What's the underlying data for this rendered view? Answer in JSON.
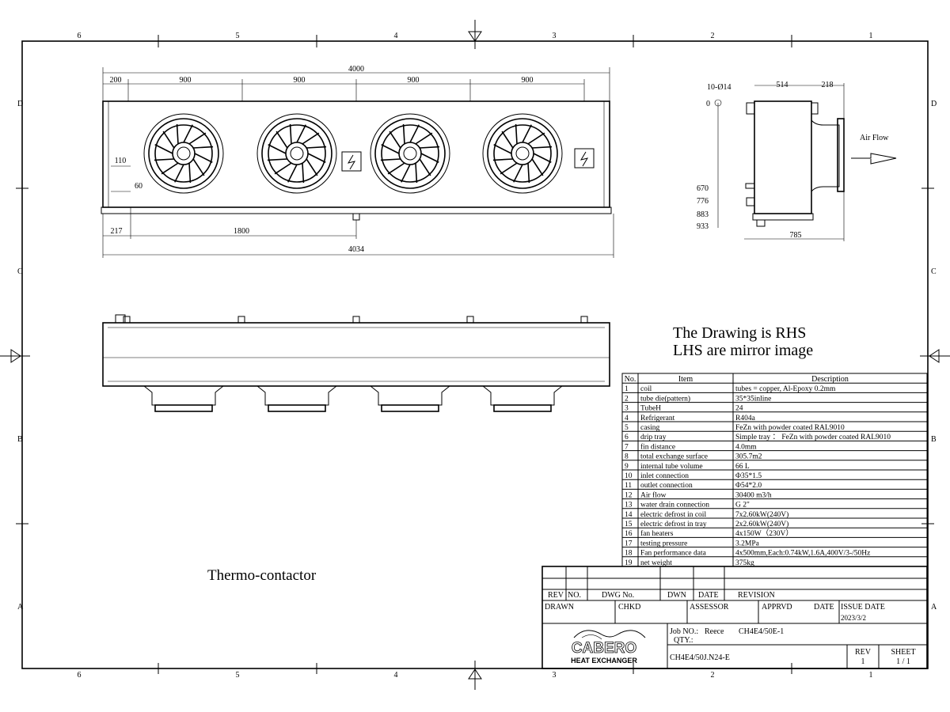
{
  "zones": {
    "columns": [
      "6",
      "5",
      "4",
      "3",
      "2",
      "1"
    ],
    "rows": [
      "D",
      "C",
      "B",
      "A"
    ]
  },
  "front_view": {
    "overall_length": "4000",
    "segments": [
      "200",
      "900",
      "900",
      "900",
      "900"
    ],
    "side_dims": [
      "110",
      "60"
    ],
    "bottom_dims": [
      "217",
      "1800"
    ],
    "total_length": "4034"
  },
  "side_view": {
    "hole_label": "10-Ø14",
    "zero": "0",
    "width_dims": [
      "514",
      "218"
    ],
    "height_dims": [
      "670",
      "776",
      "883",
      "933"
    ],
    "depth": "785",
    "air_flow": "Air Flow"
  },
  "notes": {
    "rhs": "The Drawing is RHS",
    "lhs": "LHS are mirror image",
    "thermo": "Thermo-contactor"
  },
  "spec_table": {
    "headers": [
      "No.",
      "Item",
      "Description"
    ],
    "rows": [
      [
        "1",
        "coil",
        "tubes = copper, Al-Epoxy  0.2mm"
      ],
      [
        "2",
        "tube die(pattern)",
        "35*35inline"
      ],
      [
        "3",
        "TubeH",
        "24"
      ],
      [
        "4",
        "Refrigerant",
        "R404a"
      ],
      [
        "5",
        "casing",
        "FeZn with powder coated  RAL9010"
      ],
      [
        "6",
        "drip tray",
        "Simple tray ： FeZn with powder coated  RAL9010"
      ],
      [
        "7",
        "fin distance",
        "4.0mm"
      ],
      [
        "8",
        "total exchange surface",
        "305.7m2"
      ],
      [
        "9",
        "internal tube volume",
        "66 L"
      ],
      [
        "10",
        "inlet connection",
        "Φ35*1.5"
      ],
      [
        "11",
        "outlet connection",
        "Φ54*2.0"
      ],
      [
        "12",
        "Air flow",
        "30400 m3/h"
      ],
      [
        "13",
        "water drain connection",
        "G 2\""
      ],
      [
        "14",
        "electric defrost in coil",
        "7x2.60kW(240V)"
      ],
      [
        "15",
        "electric defrost in tray",
        "2x2.60kW(240V)"
      ],
      [
        "16",
        "fan heaters",
        "4x150W（230V）"
      ],
      [
        "17",
        "testing pressure",
        "3.2MPa"
      ],
      [
        "18",
        "Fan performance data",
        "4x500mm,Each:0.74kW,1.6A,400V/3-/50Hz"
      ],
      [
        "19",
        "net weight",
        "375kg"
      ]
    ]
  },
  "title_block": {
    "rev": "REV",
    "no": "NO.",
    "dwg_no": "DWG No.",
    "dwn": "DWN",
    "date": "DATE",
    "revision": "REVISION",
    "drawn": "DRAWN",
    "chkd": "CHKD",
    "assessor": "ASSESSOR",
    "apprvd": "APPRVD",
    "date2": "DATE",
    "issue_date_label": "ISSUE DATE",
    "issue_date": "2023/3/2",
    "job_label": "Job NO.:",
    "job_customer": "Reece",
    "job_model": "CH4E4/50E-1",
    "qty_label": "QTY.:",
    "drawing_number": "CH4E4/50J.N24-E",
    "rev_label": "REV",
    "rev_value": "1",
    "sheet_label": "SHEET",
    "sheet_value": "1 / 1",
    "logo_name": "CABERO",
    "logo_sub": "HEAT EXCHANGER"
  }
}
